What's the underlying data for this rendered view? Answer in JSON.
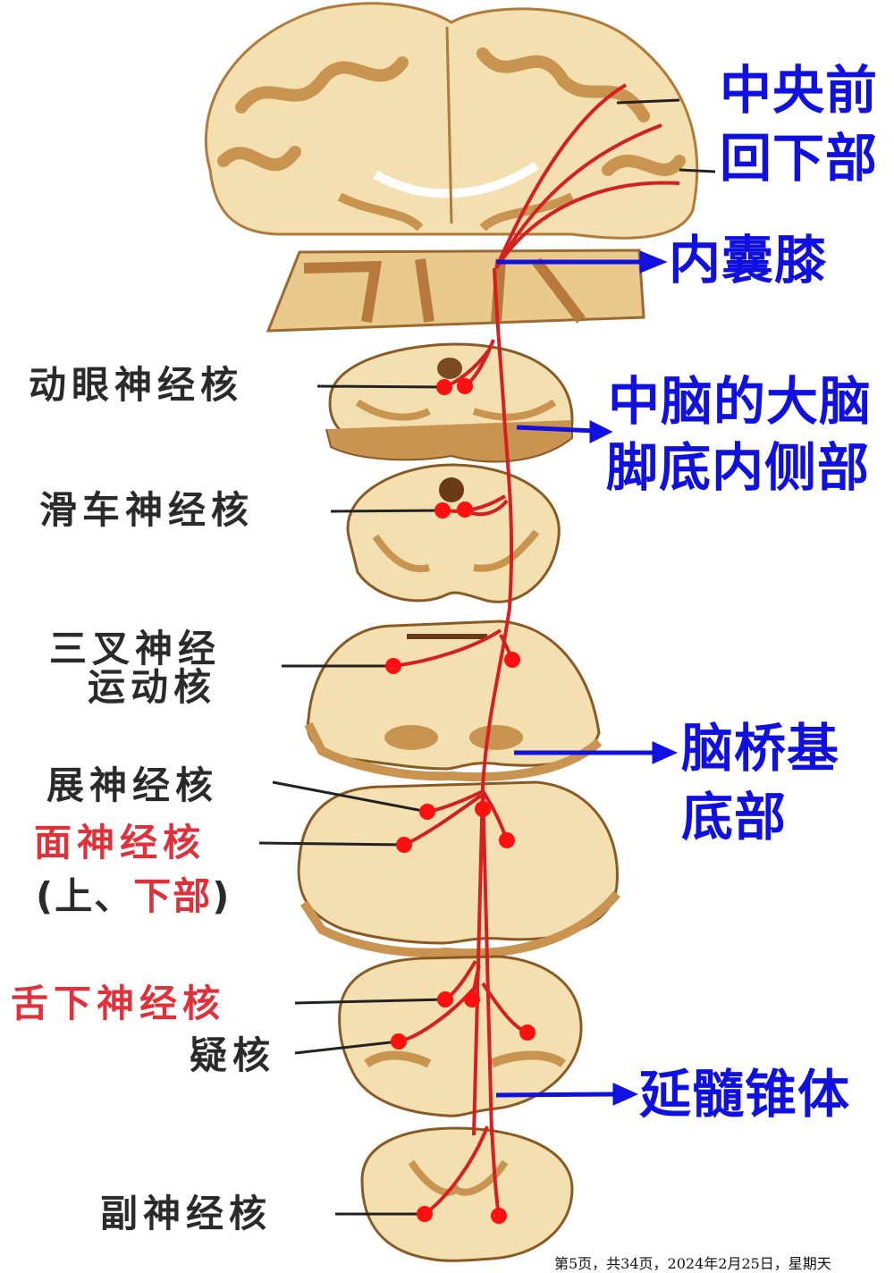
{
  "labels_right": {
    "precentral_line1": "中央前",
    "precentral_line2": "回下部",
    "genu": "内囊膝",
    "midbrain_line1": "中脑的大脑",
    "midbrain_line2": "脚底内侧部",
    "pons_line1": "脑桥基",
    "pons_line2": "底部",
    "medulla": "延髓锥体"
  },
  "labels_left": {
    "oculomotor": "动眼神经核",
    "trochlear": "滑车神经核",
    "trigeminal_line1": "三叉神经",
    "trigeminal_line2": "运动核",
    "abducens": "展神经核",
    "facial": "面神经核",
    "facial_sub_open": "(上、",
    "facial_sub_red": "下部",
    "facial_sub_close": ")",
    "hypoglossal": "舌下神经核",
    "ambiguus": "疑核",
    "accessory": "副神经核"
  },
  "footer": "第5页，共34页，2024年2月25日，星期天",
  "colors": {
    "blue_label": "#1010e0",
    "red_label": "#e0303a",
    "tract": "#d42020",
    "nucleus_dot": "#ff1010",
    "tissue": "#f3dfb0",
    "tissue_dark": "#c9944f"
  }
}
